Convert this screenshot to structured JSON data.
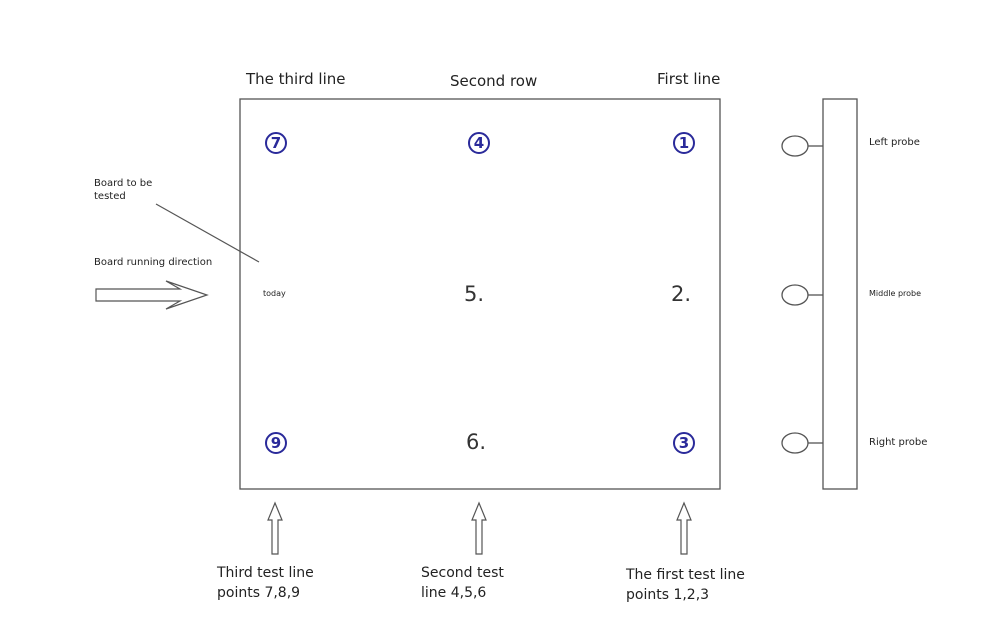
{
  "headers": {
    "third_line": "The third line",
    "second_row": "Second row",
    "first_line": "First line"
  },
  "points": {
    "p1": "1",
    "p2": "2.",
    "p3": "3",
    "p4": "4",
    "p5": "5.",
    "p6": "6.",
    "p7": "7",
    "p8": "today",
    "p9": "9"
  },
  "labels": {
    "board_to_be_tested": "Board to be tested",
    "board_running_direction": "Board running direction",
    "left_probe": "Left probe",
    "middle_probe": "Middle probe",
    "right_probe": "Right probe"
  },
  "captions": {
    "third_test_line": "Third test line points 7,8,9",
    "second_test_line": "Second test line 4,5,6",
    "first_test_line": "The first test line points 1,2,3"
  },
  "colors": {
    "point_circle": "#2a2a9a",
    "line": "#555555"
  }
}
